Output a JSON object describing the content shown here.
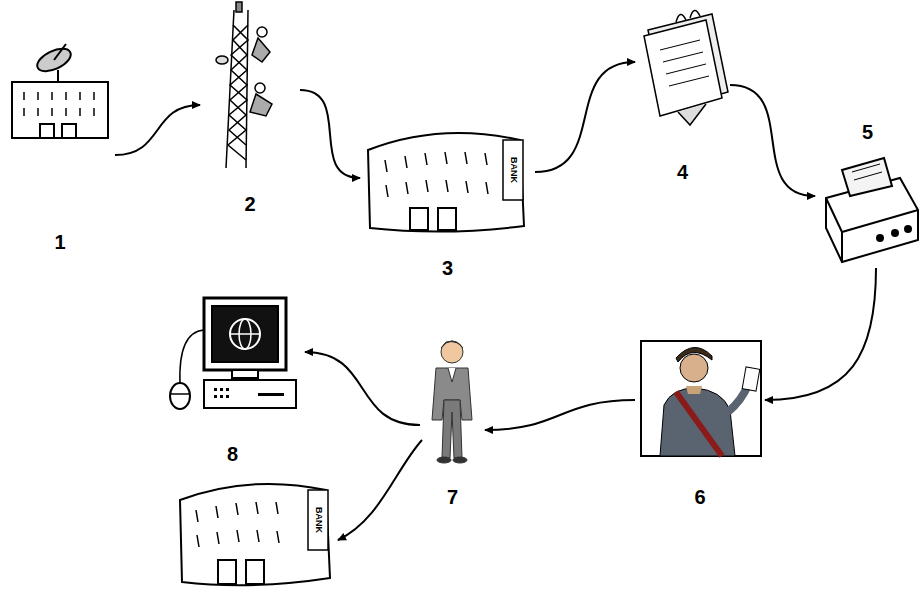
{
  "diagram": {
    "nodes": [
      {
        "text": [
          "1"
        ]
      },
      {
        "text": [
          "2"
        ]
      },
      {
        "text": [
          "3"
        ]
      },
      {
        "text": [
          "4"
        ]
      },
      {
        "text": [
          "5"
        ]
      },
      {
        "text": [
          "6"
        ]
      },
      {
        "text": [
          "7"
        ]
      },
      {
        "text": [
          "8"
        ]
      }
    ],
    "edges": [
      {
        "from": 0,
        "to": 1,
        "arrow": "to"
      },
      {
        "from": 1,
        "to": 2,
        "arrow": "to"
      },
      {
        "from": 2,
        "to": 3,
        "arrow": "to"
      },
      {
        "from": 3,
        "to": 4,
        "arrow": "to"
      },
      {
        "from": 4,
        "to": 5,
        "arrow": "to"
      },
      {
        "from": 5,
        "to": 6,
        "arrow": "to"
      },
      {
        "from": 6,
        "to": 7,
        "arrow": "to"
      }
    ],
    "labels": [
      "BANK",
      "BANK"
    ]
  }
}
